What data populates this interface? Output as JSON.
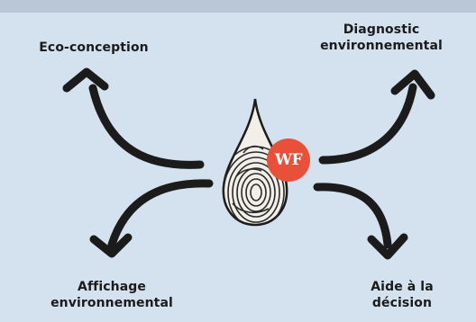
{
  "labels": {
    "eco_conception": "Eco-conception",
    "diagnostic_line1": "Diagnostic",
    "diagnostic_line2": "environnemental",
    "affichage_line1": "Affichage",
    "affichage_line2": "environnemental",
    "aide_line1": "Aide à la",
    "aide_line2": "décision"
  },
  "badge": {
    "text": "WF",
    "color": "#e8503a"
  },
  "colors": {
    "background": "#d4e1ee",
    "top_band": "#b9c7d6",
    "arrow": "#1b1b1b"
  },
  "icons": {
    "center": "fingerprint-drop-icon"
  }
}
